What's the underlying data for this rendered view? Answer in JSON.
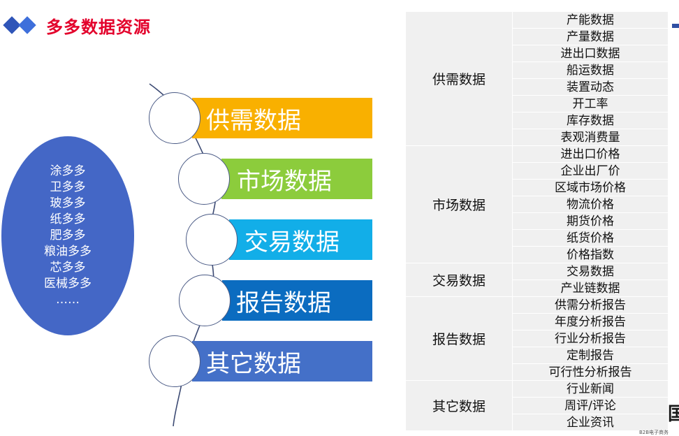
{
  "title": "多多数据资源",
  "platforms": [
    "涂多多",
    "卫多多",
    "玻多多",
    "纸多多",
    "肥多多",
    "粮油多多",
    "芯多多",
    "医械多多",
    "……"
  ],
  "categories": [
    {
      "label": "供需数据",
      "color": "#f9b000"
    },
    {
      "label": "市场数据",
      "color": "#8ccc3c"
    },
    {
      "label": "交易数据",
      "color": "#12aee8"
    },
    {
      "label": "报告数据",
      "color": "#0b6cc0"
    },
    {
      "label": "其它数据",
      "color": "#4470c8"
    }
  ],
  "table": [
    {
      "category": "供需数据",
      "items": [
        "产能数据",
        "产量数据",
        "进出口数据",
        "船运数据",
        "装置动态",
        "开工率",
        "库存数据",
        "表观消费量"
      ]
    },
    {
      "category": "市场数据",
      "items": [
        "进出口价格",
        "企业出厂价",
        "区域市场价格",
        "物流价格",
        "期货价格",
        "纸货价格",
        "价格指数"
      ]
    },
    {
      "category": "交易数据",
      "items": [
        "交易数据",
        "产业链数据"
      ]
    },
    {
      "category": "报告数据",
      "items": [
        "供需分析报告",
        "年度分析报告",
        "行业分析报告",
        "定制报告",
        "可行性分析报告"
      ]
    },
    {
      "category": "其它数据",
      "items": [
        "行业新闻",
        "周评/评论",
        "企业资讯"
      ]
    }
  ],
  "edge_glyph": "国",
  "edge_small": "B2B电子商务"
}
